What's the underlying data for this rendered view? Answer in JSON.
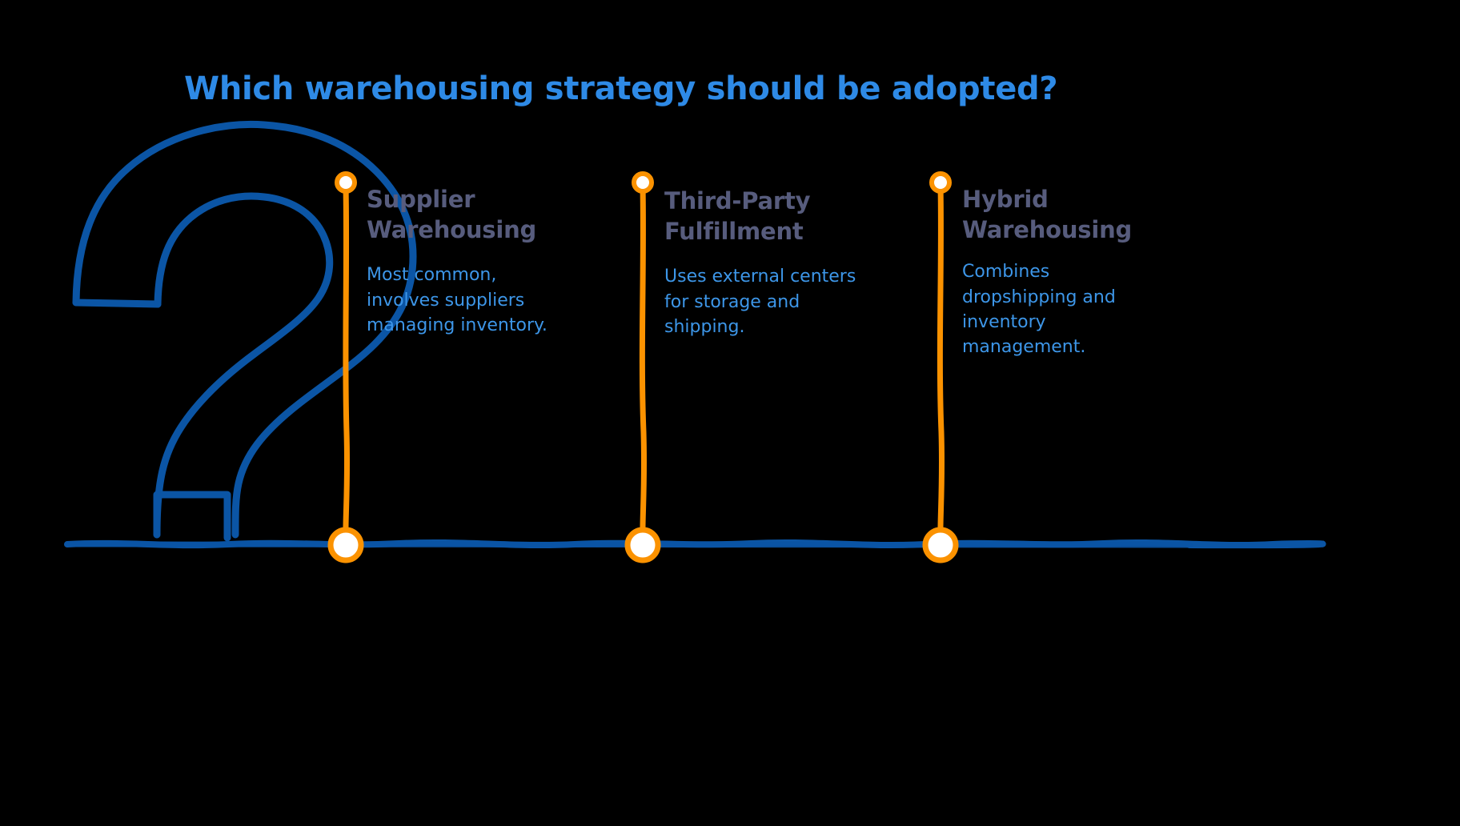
{
  "meta": {
    "background_color": "#000000",
    "accent_blue": "#2e8ae6",
    "body_blue": "#3d96e8",
    "heading_slate": "#575c7d",
    "stem_orange": "#fb9200",
    "line_navy": "#0b55a5",
    "marker_fill": "#ffffff"
  },
  "title": "Which warehousing strategy should be adopted?",
  "illustration": {
    "question_mark_label": "question-mark",
    "baseline_label": "ground-baseline"
  },
  "columns": [
    {
      "id": "supplier-warehousing",
      "heading": "Supplier\nWarehousing",
      "body": "Most common,\ninvolves suppliers\nmanaging inventory.",
      "marker_top_label": "timeline-node-top",
      "marker_bottom_label": "timeline-node-bottom"
    },
    {
      "id": "third-party-fulfillment",
      "heading": "Third-Party\nFulfillment",
      "body": "Uses external centers\nfor storage and\nshipping.",
      "marker_top_label": "timeline-node-top",
      "marker_bottom_label": "timeline-node-bottom"
    },
    {
      "id": "hybrid-warehousing",
      "heading": "Hybrid\nWarehousing",
      "body": "Combines\ndropshipping and\ninventory\nmanagement.",
      "marker_top_label": "timeline-node-top",
      "marker_bottom_label": "timeline-node-bottom"
    }
  ]
}
